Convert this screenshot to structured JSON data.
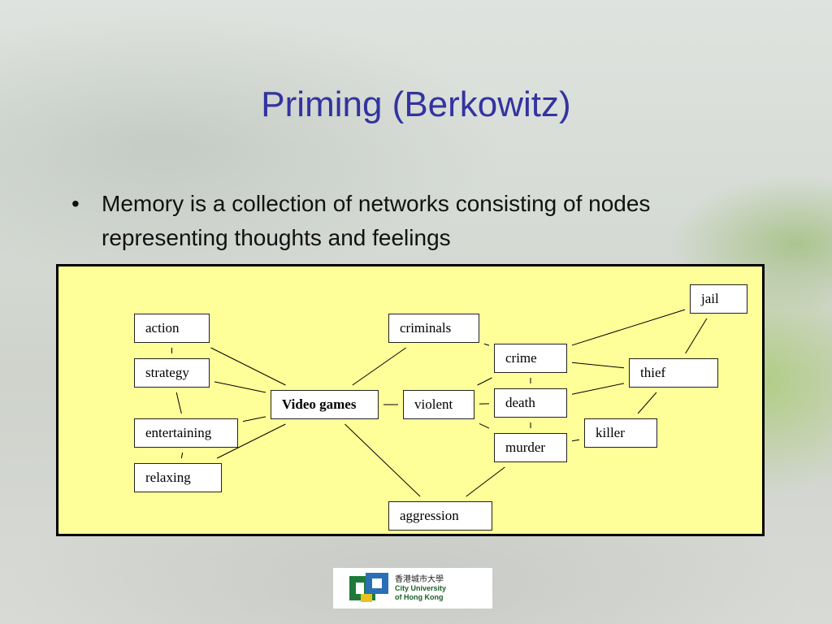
{
  "slide": {
    "title": "Priming (Berkowitz)",
    "bullet_char": "•",
    "bullet_text": "Memory is a collection of networks consisting of nodes representing thoughts and feelings"
  },
  "diagram": {
    "nodes": [
      {
        "id": "action",
        "label": "action"
      },
      {
        "id": "strategy",
        "label": "strategy"
      },
      {
        "id": "entertaining",
        "label": "entertaining"
      },
      {
        "id": "relaxing",
        "label": "relaxing"
      },
      {
        "id": "video-games",
        "label": "Video games"
      },
      {
        "id": "criminals",
        "label": "criminals"
      },
      {
        "id": "violent",
        "label": "violent"
      },
      {
        "id": "aggression",
        "label": "aggression"
      },
      {
        "id": "crime",
        "label": "crime"
      },
      {
        "id": "death",
        "label": "death"
      },
      {
        "id": "murder",
        "label": "murder"
      },
      {
        "id": "jail",
        "label": "jail"
      },
      {
        "id": "thief",
        "label": "thief"
      },
      {
        "id": "killer",
        "label": "killer"
      }
    ],
    "edges": [
      [
        "action",
        "strategy"
      ],
      [
        "strategy",
        "entertaining"
      ],
      [
        "entertaining",
        "relaxing"
      ],
      [
        "action",
        "video-games"
      ],
      [
        "strategy",
        "video-games"
      ],
      [
        "entertaining",
        "video-games"
      ],
      [
        "relaxing",
        "video-games"
      ],
      [
        "video-games",
        "criminals"
      ],
      [
        "video-games",
        "violent"
      ],
      [
        "video-games",
        "aggression"
      ],
      [
        "criminals",
        "crime"
      ],
      [
        "violent",
        "crime"
      ],
      [
        "violent",
        "death"
      ],
      [
        "violent",
        "murder"
      ],
      [
        "crime",
        "death"
      ],
      [
        "death",
        "murder"
      ],
      [
        "crime",
        "jail"
      ],
      [
        "crime",
        "thief"
      ],
      [
        "death",
        "thief"
      ],
      [
        "jail",
        "thief"
      ],
      [
        "thief",
        "killer"
      ],
      [
        "killer",
        "murder"
      ],
      [
        "murder",
        "aggression"
      ]
    ],
    "colors": {
      "background": "#ffff99",
      "border": "#000000",
      "node_fill": "#ffffff"
    }
  },
  "logo": {
    "chinese_name": "香港城市大學",
    "english_line1": "City University",
    "english_line2": "of Hong Kong"
  },
  "colors": {
    "title": "#3333a0",
    "body_text": "#111111"
  }
}
